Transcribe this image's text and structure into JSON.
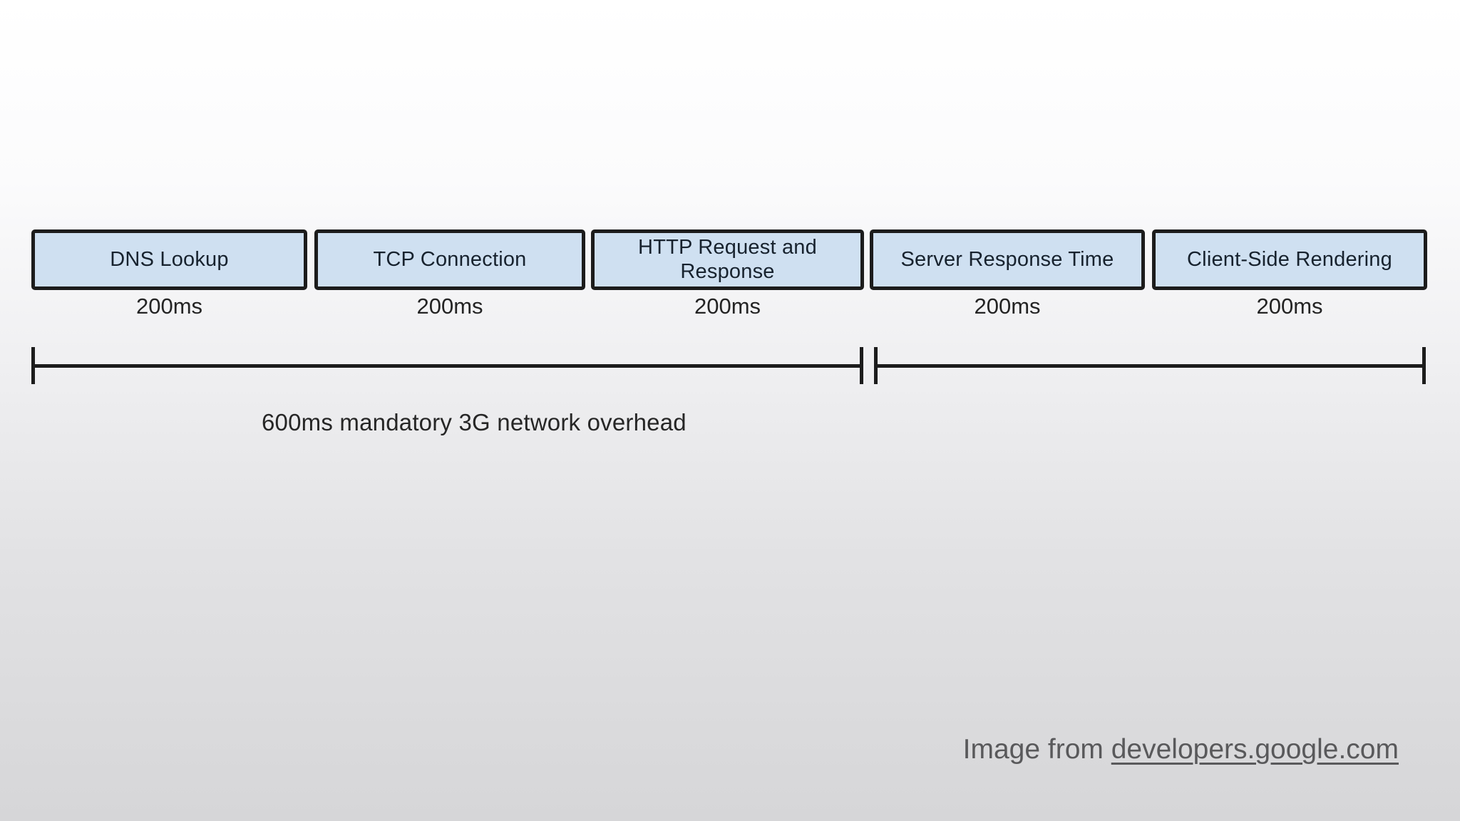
{
  "slide": {
    "background_top_color": "#ffffff",
    "background_bottom_color": "#d6d6d8"
  },
  "timeline": {
    "box_fill_color": "#cfe0f1",
    "box_border_color": "#1c1c1c",
    "phases": [
      {
        "label": "DNS Lookup",
        "duration": "200ms"
      },
      {
        "label": "TCP Connection",
        "duration": "200ms"
      },
      {
        "label": "HTTP Request and Response",
        "duration": "200ms"
      },
      {
        "label": "Server Response Time",
        "duration": "200ms"
      },
      {
        "label": "Client-Side Rendering",
        "duration": "200ms"
      }
    ],
    "overhead_label": "600ms mandatory 3G network overhead"
  },
  "attribution": {
    "prefix": "Image from ",
    "link_text": "developers.google.com"
  }
}
